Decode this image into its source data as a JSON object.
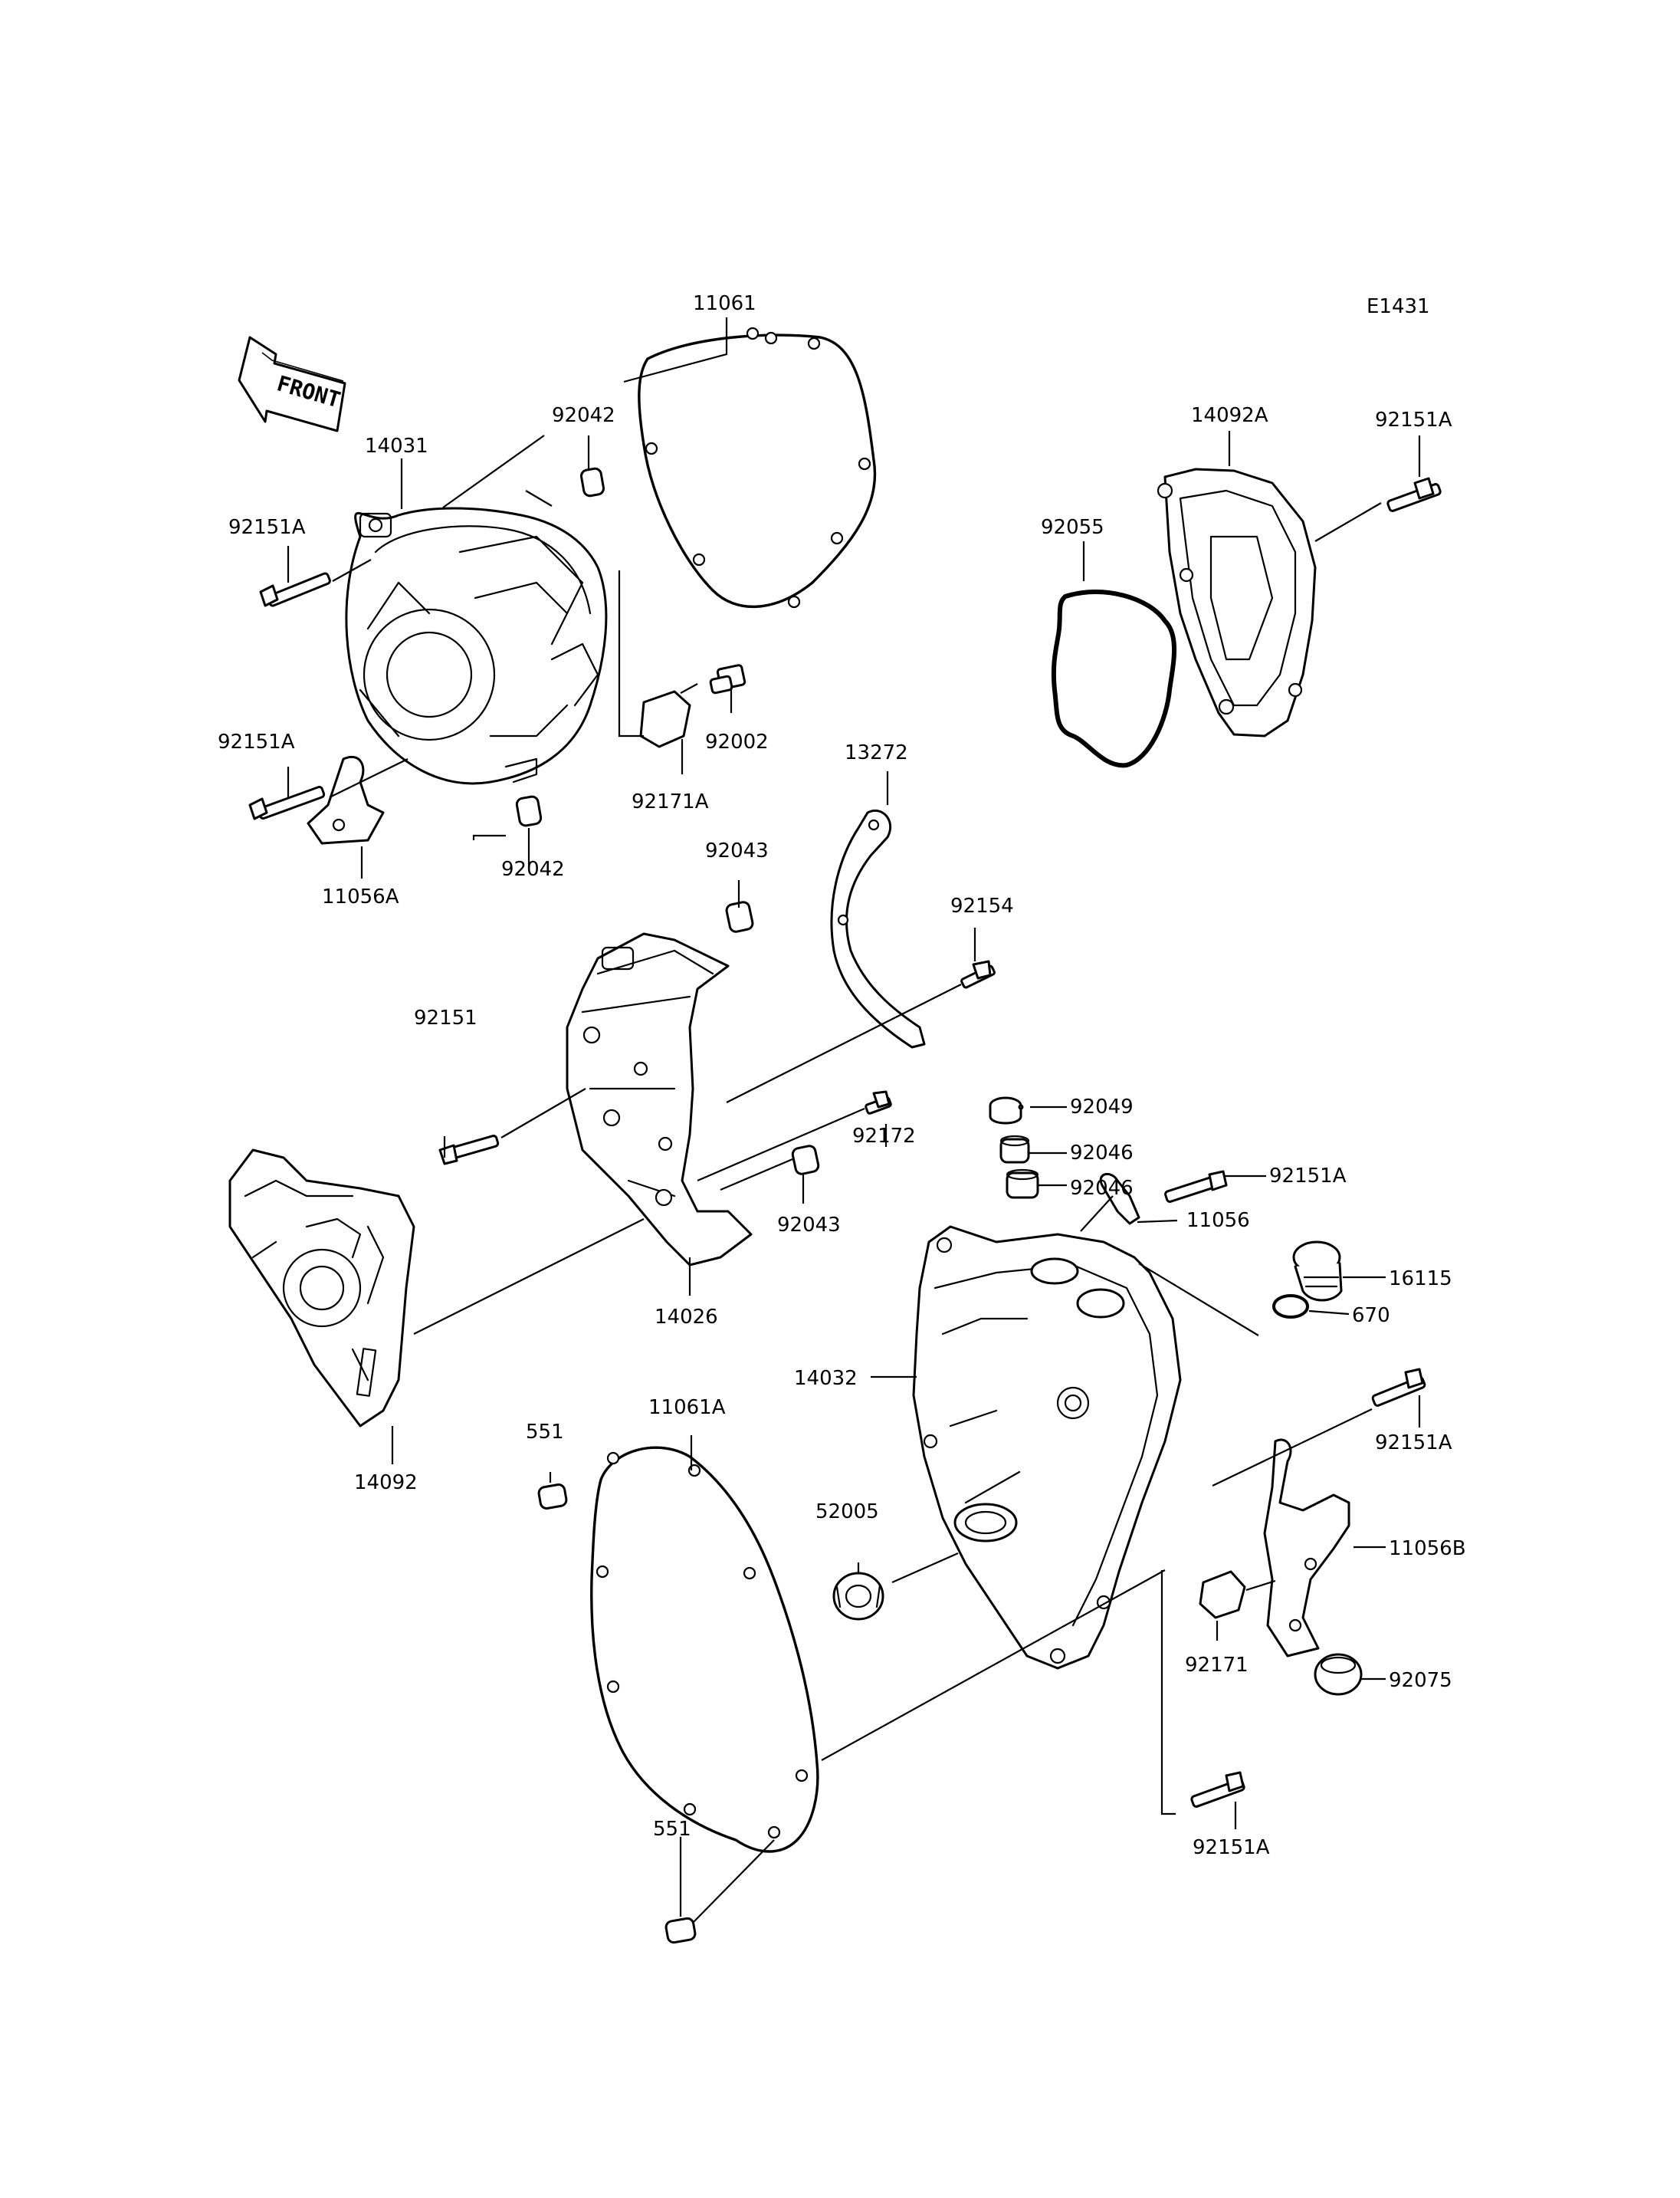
{
  "diagram": {
    "ref_code": "E1431",
    "direction_label": "FRONT",
    "parts": [
      {
        "key": "p11061",
        "number": "11061"
      },
      {
        "key": "p14031",
        "number": "14031"
      },
      {
        "key": "p92042a",
        "number": "92042"
      },
      {
        "key": "p92151a_1",
        "number": "92151A"
      },
      {
        "key": "p92151a_2",
        "number": "92151A"
      },
      {
        "key": "p92002",
        "number": "92002"
      },
      {
        "key": "p92171a",
        "number": "92171A"
      },
      {
        "key": "p11056a",
        "number": "11056A"
      },
      {
        "key": "p92042b",
        "number": "92042"
      },
      {
        "key": "p14092a",
        "number": "14092A"
      },
      {
        "key": "p92151a_3",
        "number": "92151A"
      },
      {
        "key": "p92055",
        "number": "92055"
      },
      {
        "key": "p13272",
        "number": "13272"
      },
      {
        "key": "p92043a",
        "number": "92043"
      },
      {
        "key": "p92154",
        "number": "92154"
      },
      {
        "key": "p92151",
        "number": "92151"
      },
      {
        "key": "p92049",
        "number": "92049"
      },
      {
        "key": "p92046a",
        "number": "92046"
      },
      {
        "key": "p92046b",
        "number": "92046"
      },
      {
        "key": "p92172",
        "number": "92172"
      },
      {
        "key": "p92151a_4",
        "number": "92151A"
      },
      {
        "key": "p11056",
        "number": "11056"
      },
      {
        "key": "p92043b",
        "number": "92043"
      },
      {
        "key": "p16115",
        "number": "16115"
      },
      {
        "key": "p14026",
        "number": "14026"
      },
      {
        "key": "p670",
        "number": "670"
      },
      {
        "key": "p14032",
        "number": "14032"
      },
      {
        "key": "p92151a_5",
        "number": "92151A"
      },
      {
        "key": "p14092",
        "number": "14092"
      },
      {
        "key": "p551a",
        "number": "551"
      },
      {
        "key": "p11061a",
        "number": "11061A"
      },
      {
        "key": "p52005",
        "number": "52005"
      },
      {
        "key": "p11056b",
        "number": "11056B"
      },
      {
        "key": "p92171",
        "number": "92171"
      },
      {
        "key": "p92075",
        "number": "92075"
      },
      {
        "key": "p92151a_6",
        "number": "92151A"
      },
      {
        "key": "p551b",
        "number": "551"
      }
    ]
  }
}
